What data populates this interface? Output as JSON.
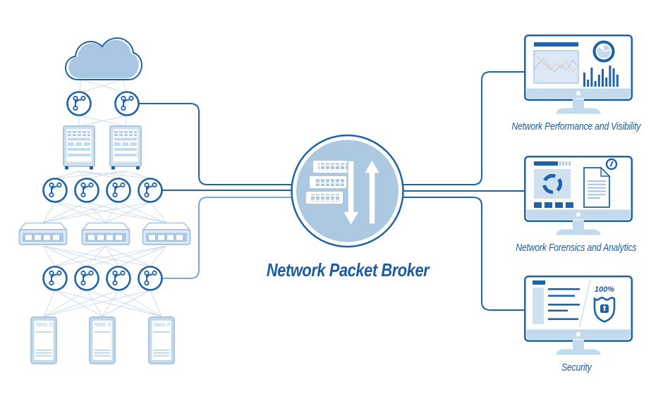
{
  "diagram": {
    "broker_label": "Network Packet Broker",
    "security_badge": "100%"
  },
  "outputs": [
    {
      "label": "Network Performance and Visibility"
    },
    {
      "label": "Network Forensics and Analytics"
    },
    {
      "label": "Security"
    }
  ],
  "colors": {
    "primary_blue": "#1e62a7",
    "text_blue": "#1b5ca4",
    "mid_blue": "#a9c7e2",
    "pale_blue": "#c3d9ec",
    "panel_blue": "#dce9f4",
    "mesh_line": "#ccdeee",
    "accent_pink": "#eec0b4"
  },
  "icons": [
    "cloud-icon",
    "network-tap-icon",
    "server-rack-icon",
    "switch-icon",
    "workstation-icon",
    "packet-broker-icon",
    "down-arrow-icon",
    "up-arrow-icon",
    "monitor-icon",
    "line-chart-icon",
    "pie-chart-icon",
    "bar-chart-icon",
    "sync-icon",
    "document-icon",
    "alert-clock-icon",
    "report-icon",
    "shield-lock-icon"
  ]
}
